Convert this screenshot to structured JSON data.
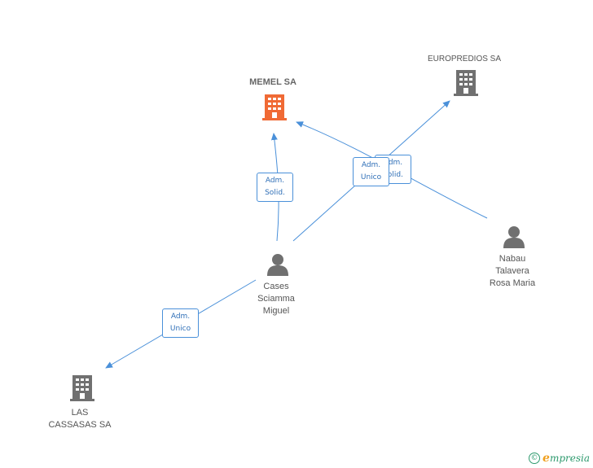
{
  "nodes": {
    "memel": {
      "label": "MEMEL SA",
      "kind": "company-highlight"
    },
    "europredios": {
      "label": "EUROPREDIOS SA",
      "kind": "company"
    },
    "cases": {
      "label": "Cases\nSciamma\nMiguel",
      "kind": "person"
    },
    "nabau": {
      "label": "Nabau\nTalavera\nRosa Maria",
      "kind": "person"
    },
    "cassasas": {
      "label": "LAS\nCASSASAS SA",
      "kind": "company"
    }
  },
  "edges": {
    "cases_memel": "Adm.\nSolid.",
    "cases_europredios": "Adm.\nUnico",
    "nabau_memel": "Adm.\nSolid.",
    "cases_cassasas": "Adm.\nUnico"
  },
  "colors": {
    "highlight": "#f06a35",
    "company": "#707070",
    "person": "#707070",
    "edge": "#4a90d9"
  },
  "brand": {
    "copyright": "©",
    "e": "e",
    "name": "mpresia"
  }
}
